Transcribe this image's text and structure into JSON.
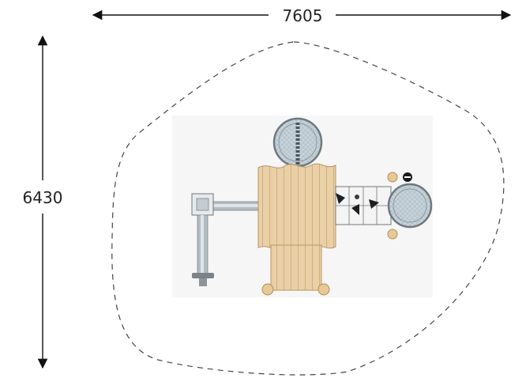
{
  "dimensions": {
    "width_label": "7605",
    "height_label": "6430"
  },
  "colors": {
    "dimension_line": "#111111",
    "safety_zone": "#444444",
    "wood": "#e8cfa4",
    "wood_shade": "#c9a874",
    "metal": "#a9b1b8",
    "net": "#b9c7cf",
    "background_tile": "#f6f6f6"
  },
  "icons": {
    "play_equipment": "playground-top-view",
    "safety_zone": "dashed-safety-boundary",
    "dimension_arrows": "double-arrow"
  }
}
